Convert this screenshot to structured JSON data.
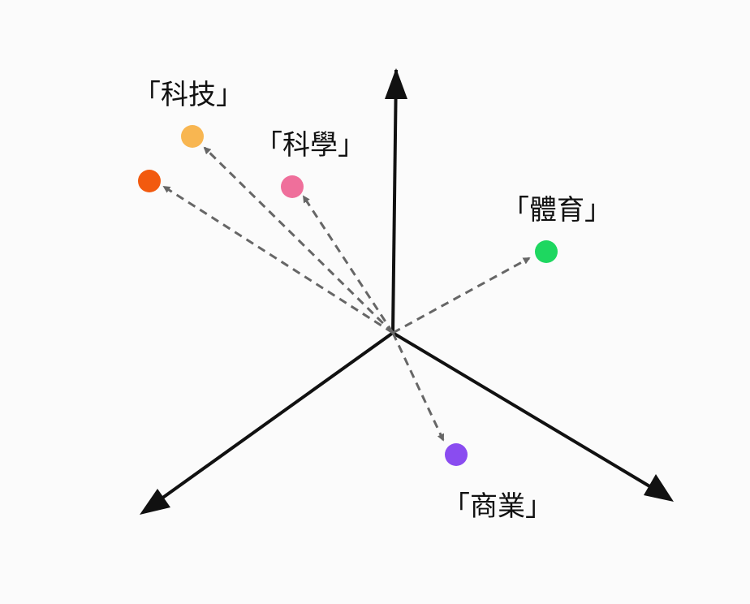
{
  "diagram": {
    "colors": {
      "background": "#fbfbfb",
      "axis": "#111111",
      "vector": "#666666",
      "label": "#111111"
    },
    "axes": [
      {
        "id": "up"
      },
      {
        "id": "down-left"
      },
      {
        "id": "down-right"
      }
    ],
    "points": [
      {
        "id": "tech",
        "label": "「科技」",
        "color": "#f8b651"
      },
      {
        "id": "tech2",
        "label": "",
        "color": "#f25a0f"
      },
      {
        "id": "science",
        "label": "「科學」",
        "color": "#ef6f9b"
      },
      {
        "id": "sports",
        "label": "「體育」",
        "color": "#1ed760"
      },
      {
        "id": "business",
        "label": "「商業」",
        "color": "#8a4cf0"
      }
    ]
  }
}
